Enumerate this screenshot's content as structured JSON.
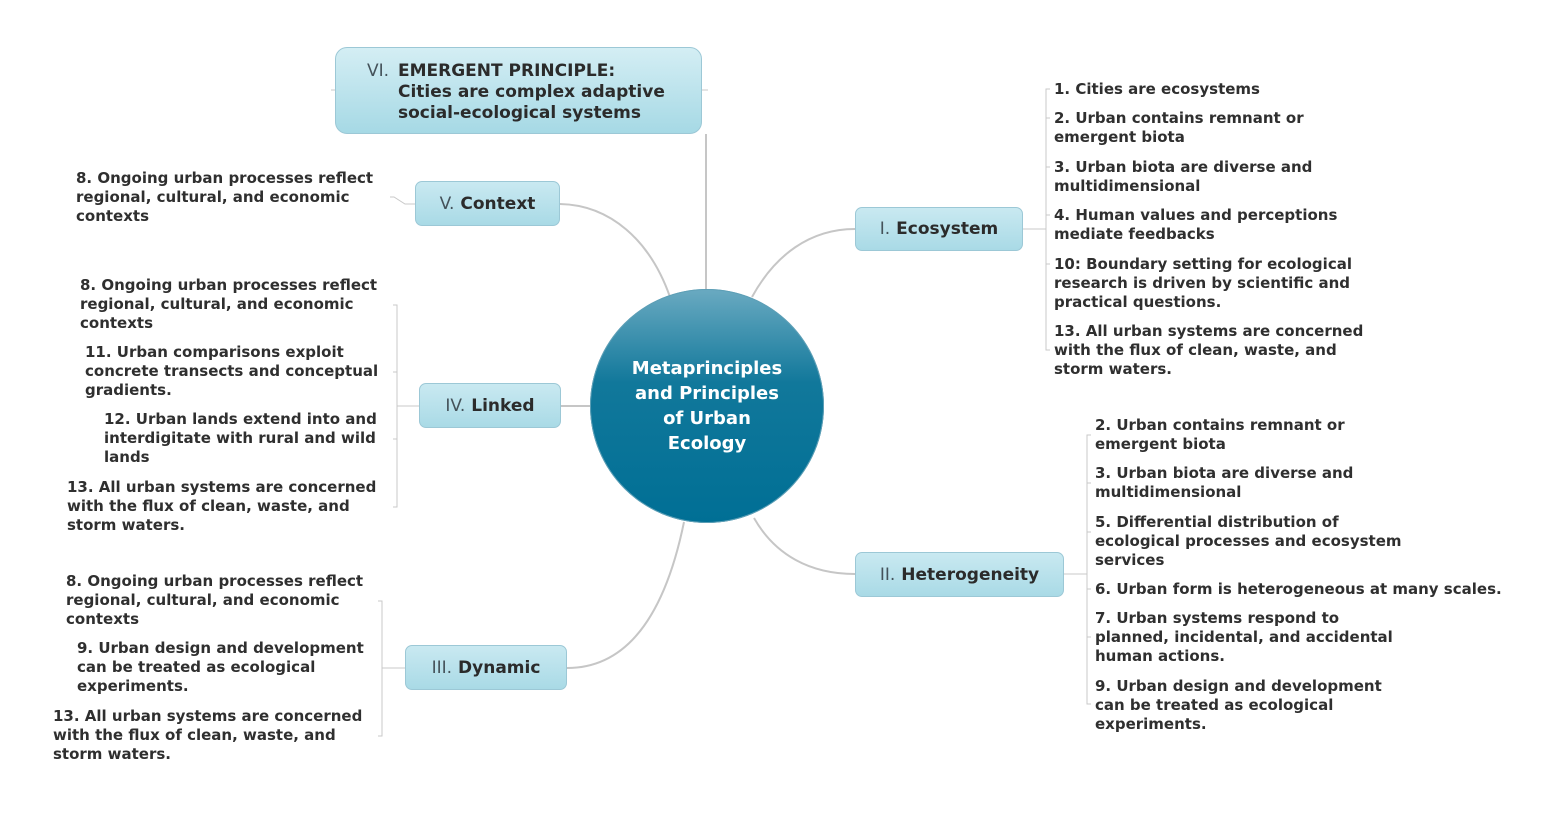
{
  "central": {
    "line1": "Metaprinciples",
    "line2": "and Principles",
    "line3": "of Urban",
    "line4": "Ecology"
  },
  "emergent": {
    "numeral": "VI.",
    "line1": "EMERGENT PRINCIPLE:",
    "line2": "Cities are complex adaptive",
    "line3": "social-ecological systems"
  },
  "branches": {
    "context": {
      "numeral": "V.",
      "title": "Context",
      "leaves": [
        "8. Ongoing urban processes reflect\nregional, cultural, and economic\ncontexts"
      ]
    },
    "linked": {
      "numeral": "IV.",
      "title": "Linked",
      "leaves": [
        "8. Ongoing urban processes reflect\nregional, cultural, and economic\ncontexts",
        "11. Urban comparisons exploit\nconcrete transects and conceptual\ngradients.",
        "12. Urban lands extend into and\ninterdigitate with rural and wild\nlands",
        "13. All urban systems are concerned\nwith the flux of clean, waste, and\nstorm waters."
      ]
    },
    "dynamic": {
      "numeral": "III.",
      "title": "Dynamic",
      "leaves": [
        "8. Ongoing urban processes reflect\nregional, cultural, and economic\ncontexts",
        "9. Urban design and development\ncan be treated as ecological\nexperiments.",
        "13. All urban systems are concerned\nwith the flux of clean, waste, and\nstorm waters."
      ]
    },
    "ecosystem": {
      "numeral": "I.",
      "title": "Ecosystem",
      "leaves": [
        "1. Cities are ecosystems",
        "2. Urban contains remnant or\nemergent biota",
        "3. Urban biota are diverse and\nmultidimensional",
        "4. Human values and perceptions\nmediate feedbacks",
        "10: Boundary setting for ecological\nresearch is driven by scientific and\npractical questions.",
        "13. All urban systems are concerned\nwith the flux of clean, waste, and\nstorm waters."
      ]
    },
    "heterogeneity": {
      "numeral": "II.",
      "title": "Heterogeneity",
      "leaves": [
        "2. Urban contains remnant or\nemergent biota",
        "3. Urban biota are diverse and\nmultidimensional",
        "5. Differential distribution of\necological processes and ecosystem\nservices",
        "6. Urban form is heterogeneous at many scales.",
        "7. Urban systems respond to\nplanned, incidental, and accidental\nhuman actions.",
        "9. Urban design and development\ncan be treated as ecological\nexperiments."
      ]
    }
  }
}
